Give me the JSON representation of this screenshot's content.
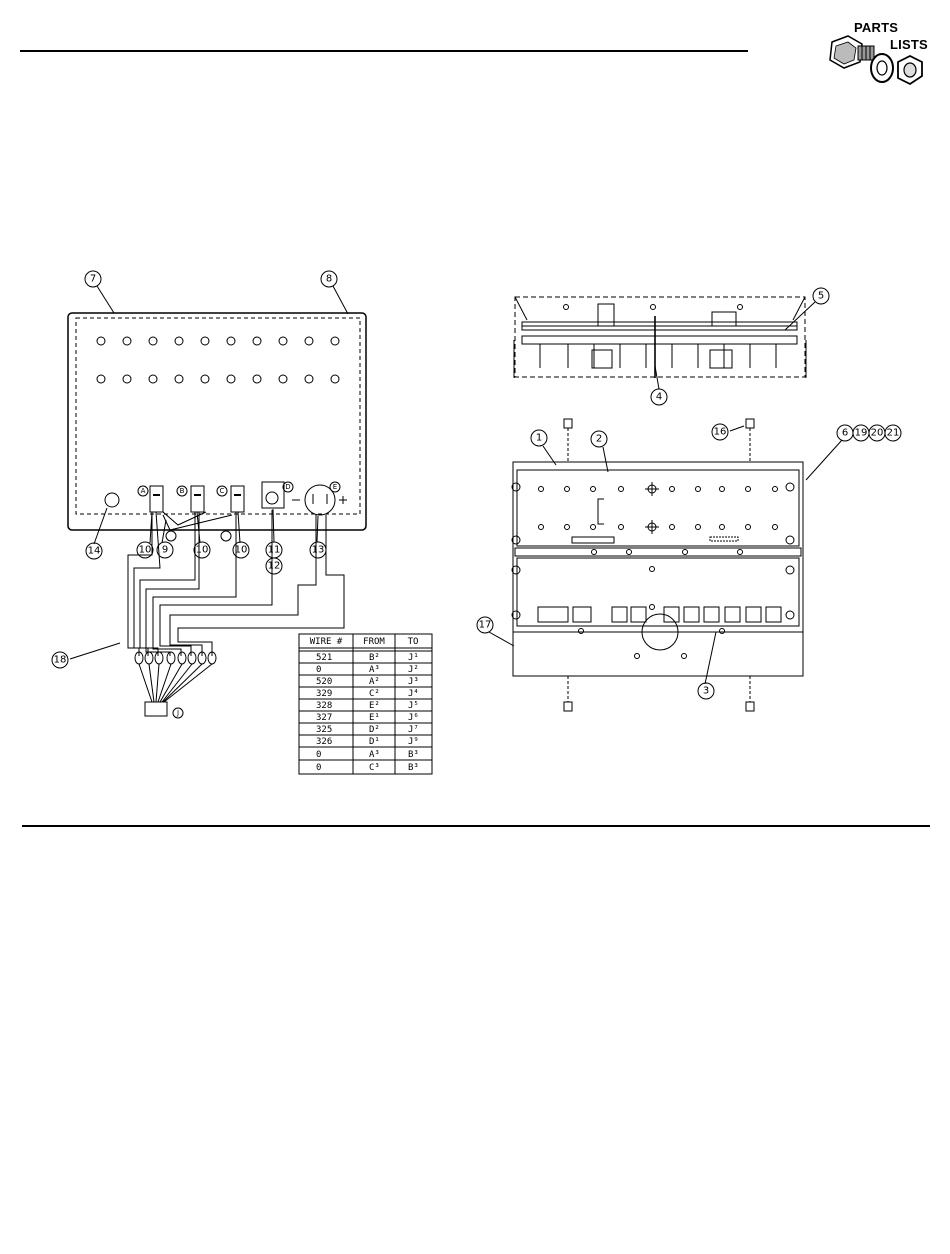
{
  "header": {
    "badge_line1": "PARTS",
    "badge_line2": "LISTS",
    "icon": "bolt-washer-nut-icon"
  },
  "callouts": {
    "c1": "1",
    "c2": "2",
    "c3": "3",
    "c4": "4",
    "c5": "5",
    "c6": "6",
    "c7": "7",
    "c8": "8",
    "c9": "9",
    "c10a": "10",
    "c10b": "10",
    "c10c": "10",
    "c11": "11",
    "c12": "12",
    "c13": "13",
    "c14": "14",
    "c16": "16",
    "c17": "17",
    "c18": "18",
    "c19": "19",
    "c20": "20",
    "c21": "21"
  },
  "component_letters": {
    "A": "A",
    "B": "B",
    "C": "C",
    "D": "D",
    "E": "E",
    "J": "J"
  },
  "wire_table": {
    "headers": [
      "WIRE #",
      "FROM",
      "TO"
    ],
    "rows": [
      [
        "521",
        "B²",
        "J¹"
      ],
      [
        "0",
        "A³",
        "J²"
      ],
      [
        "520",
        "A²",
        "J³"
      ],
      [
        "329",
        "C²",
        "J⁴"
      ],
      [
        "328",
        "E²",
        "J⁵"
      ],
      [
        "327",
        "E¹",
        "J⁶"
      ],
      [
        "325",
        "D²",
        "J⁷"
      ],
      [
        "326",
        "D¹",
        "J⁹"
      ],
      [
        "0",
        "A³",
        "B³"
      ],
      [
        "0",
        "C³",
        "B³"
      ]
    ]
  }
}
